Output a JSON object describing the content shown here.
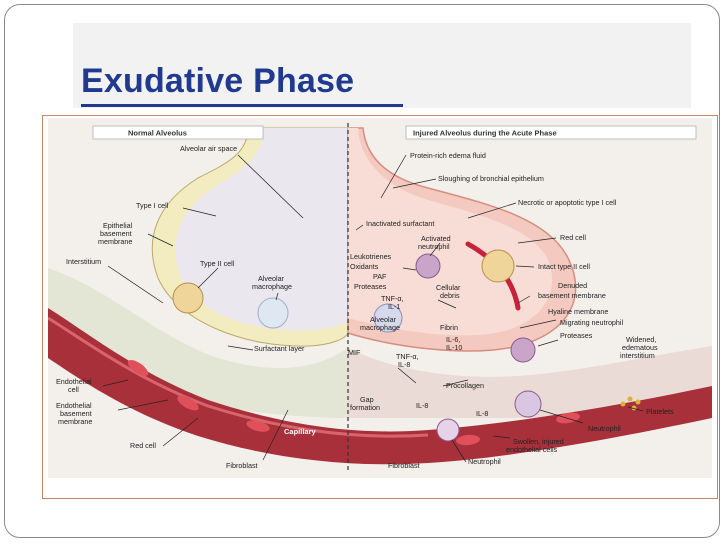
{
  "slide": {
    "title": "Exudative Phase"
  },
  "figure": {
    "header_left": "Normal Alveolus",
    "header_right": "Injured Alveolus during the Acute Phase",
    "left_labels": {
      "alveolar_air_space": "Alveolar air space",
      "type1_cell": "Type I cell",
      "epithelial_bm_1": "Epithelial",
      "epithelial_bm_2": "basement",
      "epithelial_bm_3": "membrane",
      "interstitium": "Interstitium",
      "type2_cell": "Type II cell",
      "alv_macro_1": "Alveolar",
      "alv_macro_2": "macrophage",
      "surfactant_layer": "Surfactant layer",
      "endothelial_1": "Endothelial",
      "endothelial_2": "cell",
      "endo_bm_1": "Endothelial",
      "endo_bm_2": "basement",
      "endo_bm_3": "membrane",
      "red_cell": "Red cell",
      "fibroblast": "Fibroblast",
      "capillary": "Capillary"
    },
    "right_labels": {
      "protein_edema": "Protein-rich edema fluid",
      "sloughing": "Sloughing of bronchial epithelium",
      "necrotic": "Necrotic or apoptotic type I cell",
      "inactivated_surfactant": "Inactivated surfactant",
      "activated_neutro_1": "Activated",
      "activated_neutro_2": "neutrophil",
      "red_cell": "Red cell",
      "leukotrienes": "Leukotrienes",
      "oxidants": "Oxidants",
      "paf": "PAF",
      "proteases": "Proteases",
      "intact_type2": "Intact type II cell",
      "tnf_il1_a": "TNF-α,",
      "tnf_il1_b": "IL-1",
      "cellular_debris_1": "Cellular",
      "cellular_debris_2": "debris",
      "denuded_bm_1": "Denuded",
      "denuded_bm_2": "basement membrane",
      "hyaline": "Hyaline membrane",
      "alv_macro_1": "Alveolar",
      "alv_macro_2": "macrophage",
      "fibrin": "Fibrin",
      "migrating_neutro": "Migrating neutrophil",
      "il6_il10_a": "IL-6,",
      "il6_il10_b": "IL-10",
      "proteases2": "Proteases",
      "widened_1": "Widened,",
      "widened_2": "edematous",
      "widened_3": "interstitium",
      "mif": "MIF",
      "tnf_il8_a": "TNF-α,",
      "tnf_il8_b": "IL-8",
      "procollagen": "Procollagen",
      "gap_1": "Gap",
      "gap_2": "formation",
      "il8_a": "IL-8",
      "il8_b": "IL-8",
      "platelets": "Platelets",
      "neutrophil": "Neutrophil",
      "swollen_1": "Swollen, injured",
      "swollen_2": "endothelial cells",
      "fibroblast": "Fibroblast",
      "neutrophil2": "Neutrophil"
    }
  },
  "colors": {
    "title": "#1f3a8f",
    "alveolus_wall": "#f1e9b8",
    "injured_fill": "#f6d2c8",
    "capillary": "#a8303a",
    "interstitium": "#e6e8d6"
  }
}
